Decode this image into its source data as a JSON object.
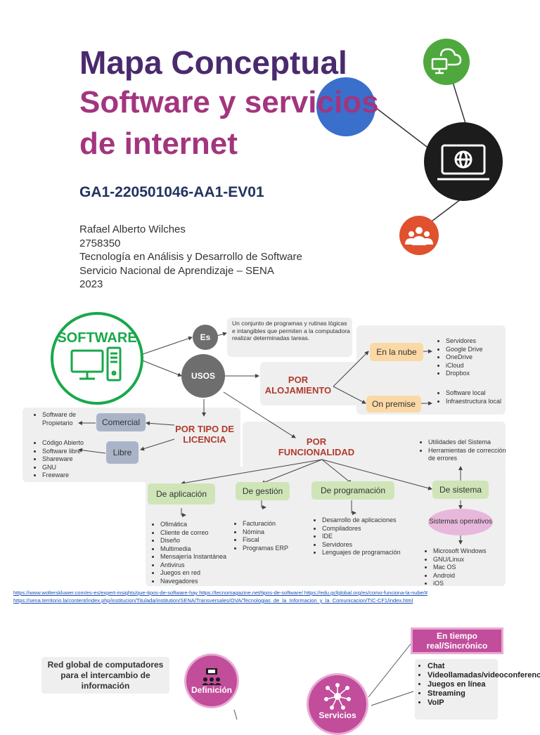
{
  "header": {
    "title_line1": "Mapa Conceptual",
    "title_line2": "Software y servicios",
    "title_line3": "de internet",
    "code": "GA1-220501046-AA1-EV01",
    "author_lines": [
      "Rafael Alberto Wilches",
      "2758350",
      "Tecnología en Análisis y Desarrollo de Software",
      "Servicio Nacional de Aprendizaje – SENA",
      "2023"
    ]
  },
  "software_map": {
    "software_label": "SOFTWARE",
    "es_label": "Es",
    "es_definition": "Un conjunto de programas y rutinas lógicas e intangibles que permiten a la computadora realizar determinadas tareas.",
    "usos_label": "USOS",
    "por_alojamiento": "POR ALOJAMIENTO",
    "en_la_nube": "En la nube",
    "nube_items": [
      "Servidores",
      "Google Drive",
      "OneDrive",
      "iCloud",
      "Dropbox"
    ],
    "on_premise": "On premise",
    "premise_items": [
      "Software local",
      "Infraestructura local"
    ],
    "por_tipo_licencia": "POR TIPO DE LICENCIA",
    "comercial": "Comercial",
    "comercial_items": [
      "Software de Propietario"
    ],
    "libre": "Libre",
    "libre_items": [
      "Código Abierto",
      "Software libre",
      "Shareware",
      "GNU",
      "Freeware"
    ],
    "por_funcionalidad": "POR FUNCIONALIDAD",
    "de_aplicacion": "De aplicación",
    "aplicacion_items": [
      "Ofimática",
      "Cliente de correo",
      "Diseño",
      "Multimedia",
      "Mensajería Instantánea",
      "Antivirus",
      "Juegos en red",
      "Navegadores"
    ],
    "de_gestion": "De gestión",
    "gestion_items": [
      "Facturación",
      "Nómina",
      "Fiscal",
      "Programas ERP"
    ],
    "de_programacion": "De programación",
    "programacion_items": [
      "Desarrollo de aplicaciones",
      "Compiladores",
      "IDE",
      "Servidores",
      "Lenguajes de programación"
    ],
    "de_sistema": "De sistema",
    "sistema_items": [
      "Utilidades del Sistema",
      "Herramientas de corrección de errores"
    ],
    "sistemas_operativos": "Sistemas operativos",
    "so_items": [
      "Microsoft Windows",
      "GNU/Linux",
      "Mac OS",
      "Android",
      "iOS"
    ]
  },
  "links": {
    "line1": "https://www.wolterskluwer.com/es-es/expert-insights/que-tipos-de-software-hay     https://tecnomagazine.net/tipos-de-software/  https://edu.gcfglobal.org/es/como-funciona-la-nube/#",
    "line2": "https://sena.territorio.la/content/index.php/institucion/Titulada/institution/SENA/Transversales/OVA/Tecnologias_de_la_Informacion_y_la_Comunicacion/TIC-CF1/index.html"
  },
  "internet_map": {
    "red_global": "Red global de computadores para el intercambio de información",
    "definicion": "Definición",
    "servicios": "Servicios",
    "tiempo_real": "En tiempo real/Sincrónico",
    "tiempo_real_items": [
      "Chat",
      "Videollamadas/videoconferencia",
      "Juegos en línea",
      "Streaming",
      "VoIP"
    ]
  },
  "colors": {
    "purple_dark": "#4a2a6e",
    "magenta": "#a3357f",
    "green_icon": "#4fa83d",
    "blue_circle": "#3a6fcc",
    "black_circle": "#1c1c1c",
    "orange_circle": "#e0512f",
    "software_green": "#18a84a",
    "pink": "#c14d9b"
  },
  "icons": [
    "cloud-computer-icon",
    "laptop-globe-icon",
    "people-group-icon",
    "desktop-computer-icon",
    "network-icon"
  ]
}
